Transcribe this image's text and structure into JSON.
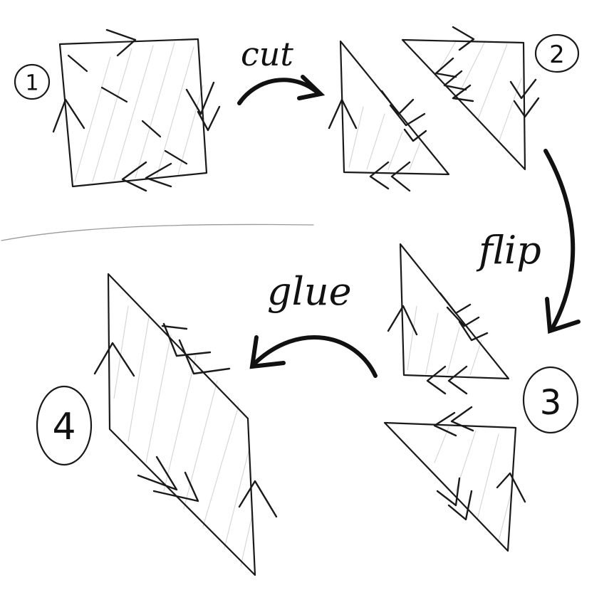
{
  "steps": [
    {
      "number": "1"
    },
    {
      "number": "2"
    },
    {
      "number": "3"
    },
    {
      "number": "4"
    }
  ],
  "actions": {
    "cut": "cut",
    "flip": "flip",
    "glue": "glue"
  },
  "colors": {
    "ink": "#1a1a1a",
    "hatch": "#d4d4d4",
    "background": "#ffffff"
  }
}
